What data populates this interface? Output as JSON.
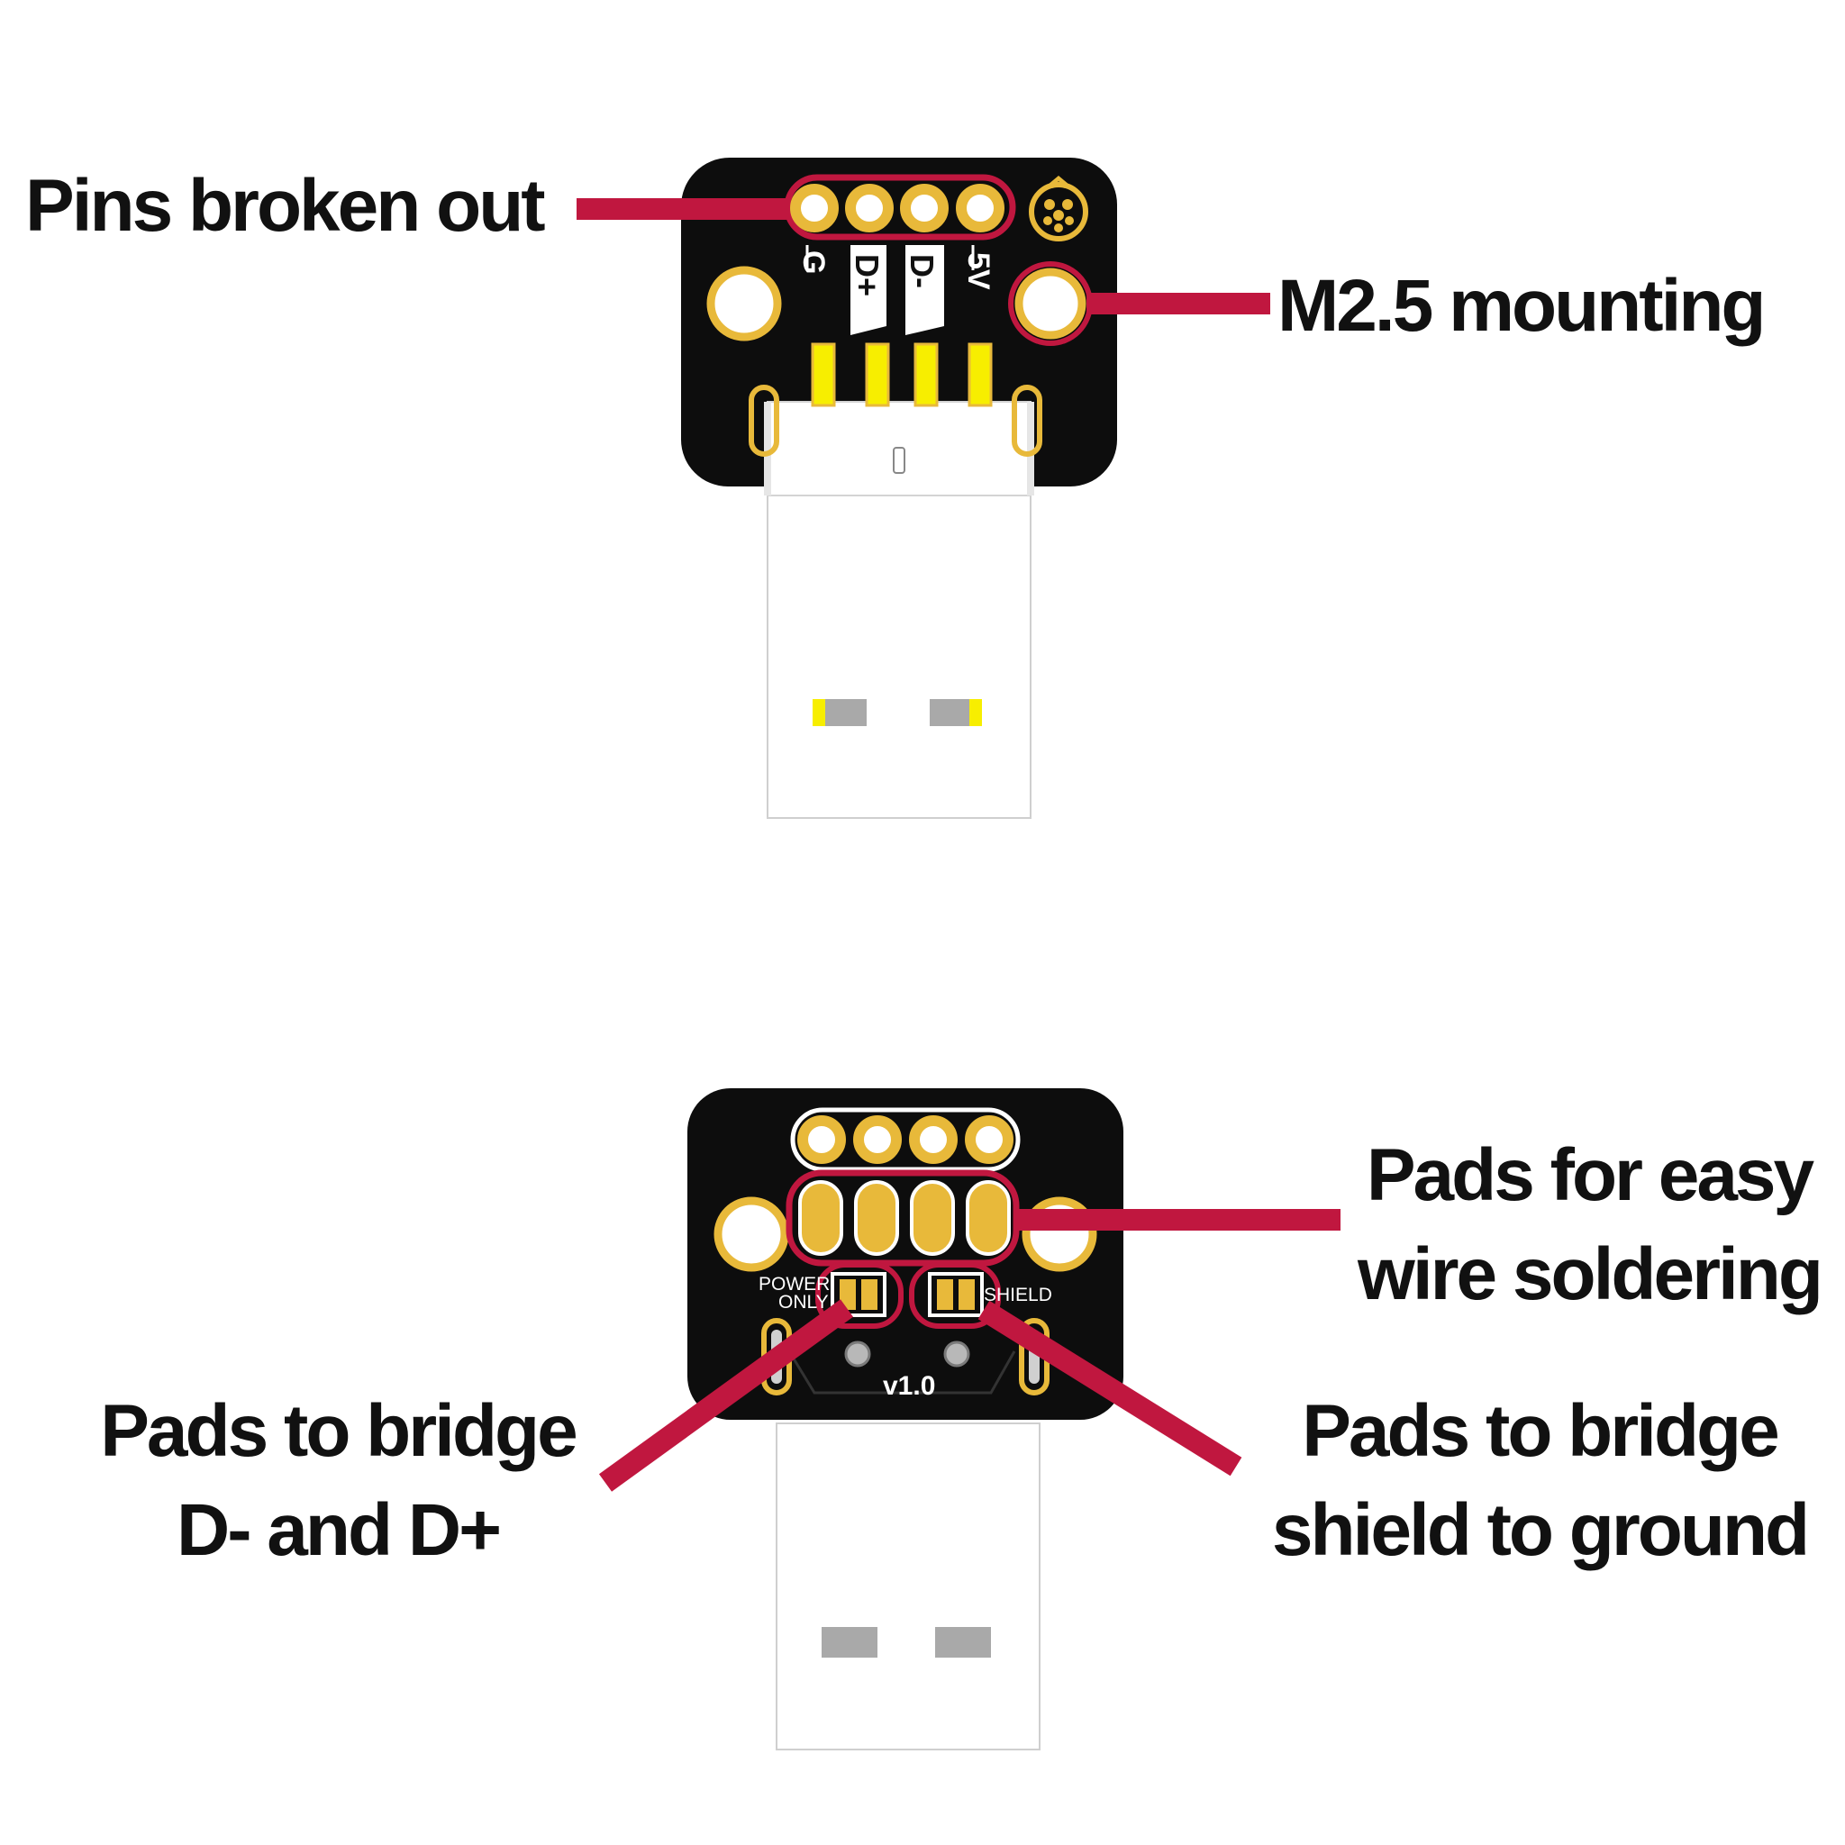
{
  "callouts": {
    "pins_broken_out": "Pins broken out",
    "m25_mounting": "M2.5 mounting",
    "pads_wire": {
      "line1": "Pads for easy",
      "line2": "wire soldering"
    },
    "pads_dminus_dplus": {
      "line1": "Pads to bridge",
      "line2": "D- and D+"
    },
    "pads_shield": {
      "line1": "Pads to bridge",
      "line2": "shield to ground"
    }
  },
  "board_top": {
    "pin_labels": {
      "g": "G",
      "dplus": "D+",
      "dminus": "D-",
      "v5": "5V"
    }
  },
  "board_bottom": {
    "power_only": {
      "line1": "POWER",
      "line2": "ONLY"
    },
    "shield": "SHIELD",
    "version": "v1.0"
  },
  "colors": {
    "pcb": "#0d0d0d",
    "gold": "#e8b93a",
    "callout_line": "#c0173f",
    "usb_body": "#ffffff",
    "usb_pad_gray": "#a9a9a9",
    "usb_pad_yellow": "#f7ee00"
  },
  "icons": {
    "logo": "raspberry-logo-icon"
  }
}
